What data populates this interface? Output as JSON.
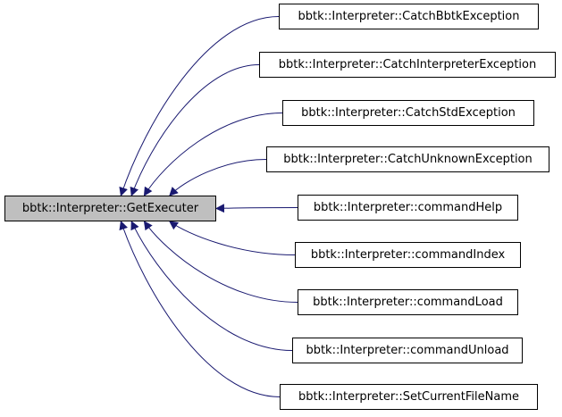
{
  "graph": {
    "edge_color": "#191970",
    "main_fill": "#bfbfbf",
    "main": {
      "label": "bbtk::Interpreter::GetExecuter"
    },
    "callers": [
      {
        "label": "bbtk::Interpreter::CatchBbtkException"
      },
      {
        "label": "bbtk::Interpreter::CatchInterpreterException"
      },
      {
        "label": "bbtk::Interpreter::CatchStdException"
      },
      {
        "label": "bbtk::Interpreter::CatchUnknownException"
      },
      {
        "label": "bbtk::Interpreter::commandHelp"
      },
      {
        "label": "bbtk::Interpreter::commandIndex"
      },
      {
        "label": "bbtk::Interpreter::commandLoad"
      },
      {
        "label": "bbtk::Interpreter::commandUnload"
      },
      {
        "label": "bbtk::Interpreter::SetCurrentFileName"
      }
    ]
  }
}
